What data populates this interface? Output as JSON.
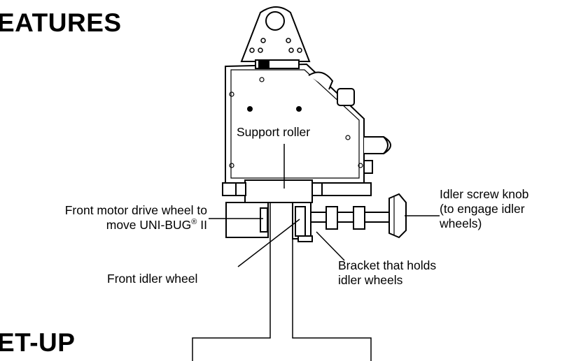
{
  "headings": {
    "features": "EATURES",
    "setup": "ET-UP"
  },
  "labels": {
    "support_roller": "Support roller",
    "front_drive_line1": "Front motor drive wheel to",
    "front_drive_line2_pre": "move UNI-BUG",
    "front_drive_line2_sup": "®",
    "front_drive_line2_post": " II",
    "front_idler": "Front idler wheel",
    "bracket_line1": "Bracket that holds",
    "bracket_line2": "idler wheels",
    "knob_line1": "Idler screw knob",
    "knob_line2": "(to engage idler",
    "knob_line3": "wheels)"
  }
}
